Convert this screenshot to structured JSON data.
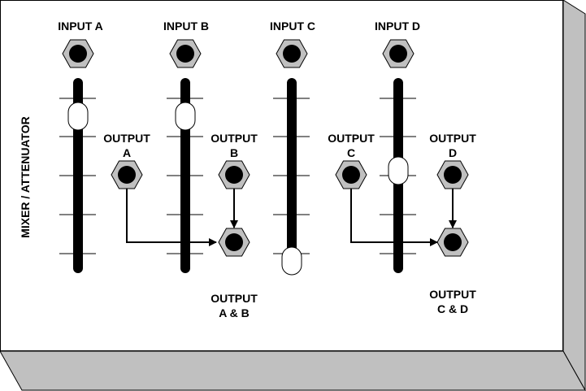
{
  "module": {
    "side_label": "MIXER / ATTENUATOR"
  },
  "inputs": [
    {
      "id": "a",
      "label": "INPUT A",
      "fader_level": 0.85
    },
    {
      "id": "b",
      "label": "INPUT B",
      "fader_level": 0.85
    },
    {
      "id": "c",
      "label": "INPUT C",
      "fader_level": 0.05
    },
    {
      "id": "d",
      "label": "INPUT D",
      "fader_level": 0.55
    }
  ],
  "outputs": [
    {
      "id": "a",
      "line1": "OUTPUT",
      "line2": "A"
    },
    {
      "id": "b",
      "line1": "OUTPUT",
      "line2": "B"
    },
    {
      "id": "c",
      "line1": "OUTPUT",
      "line2": "C"
    },
    {
      "id": "d",
      "line1": "OUTPUT",
      "line2": "D"
    }
  ],
  "mix_outputs": [
    {
      "id": "ab",
      "line1": "OUTPUT",
      "line2": "A & B"
    },
    {
      "id": "cd",
      "line1": "OUTPUT",
      "line2": "C & D"
    }
  ],
  "colors": {
    "panel": "#ffffff",
    "bevel": "#c0c0c0",
    "jack_nut": "#c0c0c0",
    "jack_hole": "#000000",
    "fader_track": "#000000",
    "fader_knob": "#ffffff"
  }
}
